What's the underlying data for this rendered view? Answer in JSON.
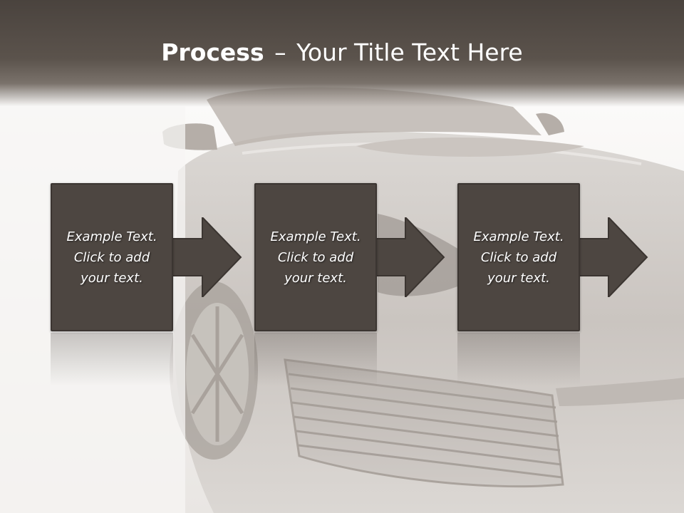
{
  "title": {
    "bold_part": "Process",
    "separator": "–",
    "rest": "Your Title Text Here"
  },
  "steps": [
    {
      "text": "Example Text. Click  to add your text."
    },
    {
      "text": "Example Text. Click  to add your text."
    },
    {
      "text": "Example Text. Click  to add your text."
    }
  ],
  "colors": {
    "header": "#4a433e",
    "box_fill": "#4d4641",
    "arrow_fill": "#4d4641",
    "text": "#ffffff"
  }
}
